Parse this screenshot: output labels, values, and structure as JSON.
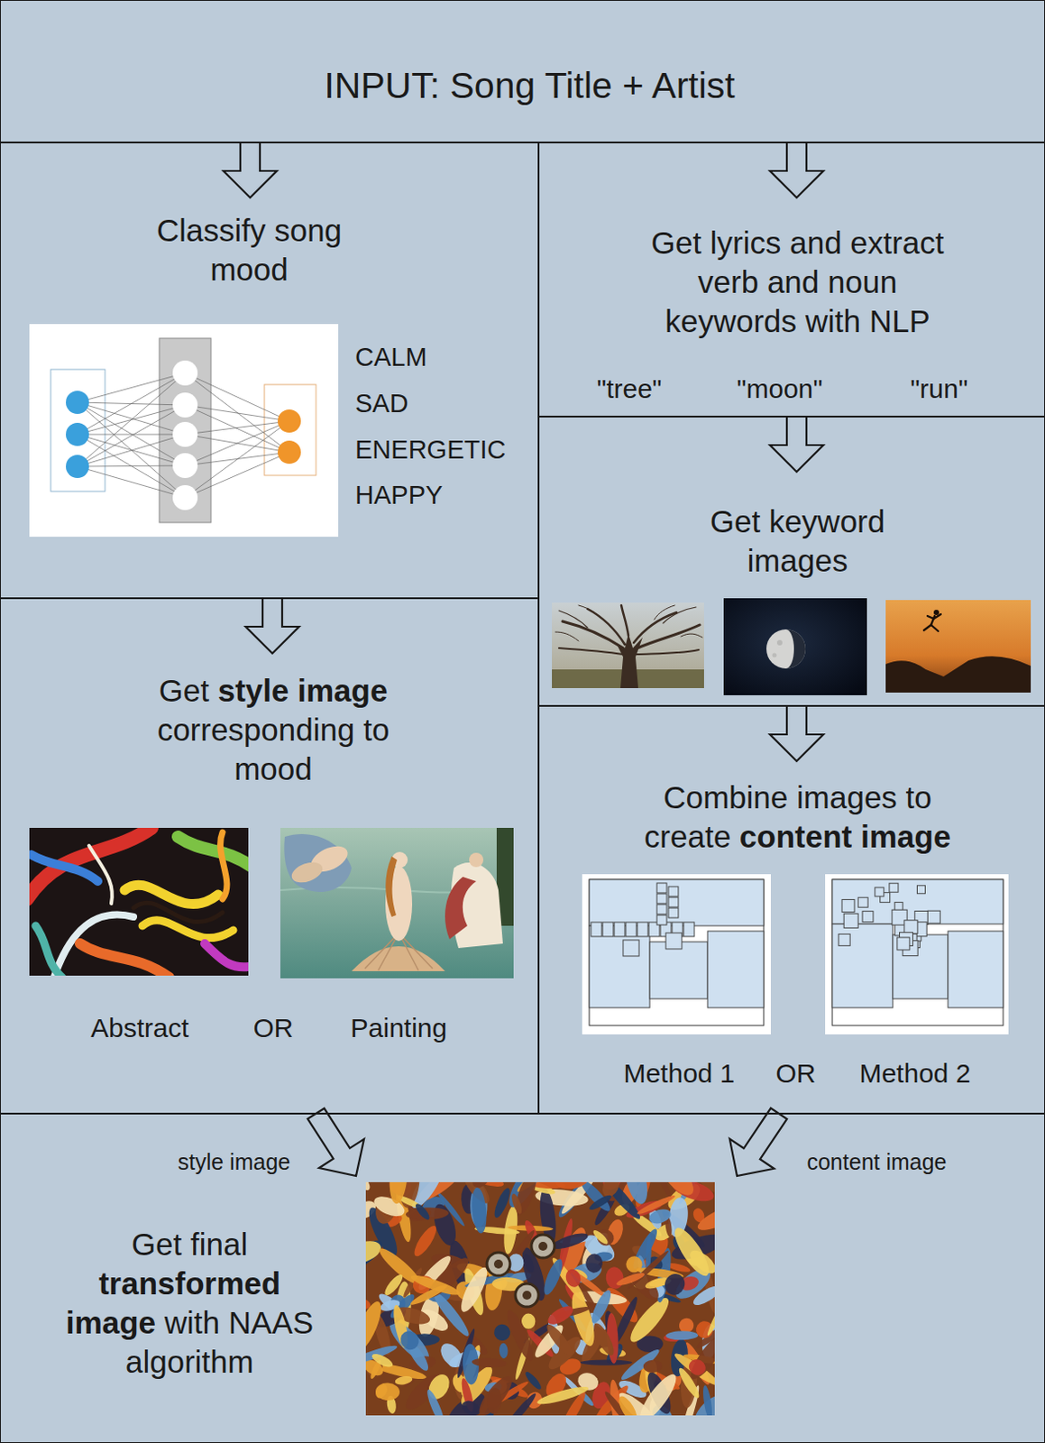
{
  "diagram": {
    "nodes": [
      {
        "text": [
          "INPUT: Song Title + Artist"
        ]
      },
      {
        "text": [
          "Classify song mood",
          "CALM",
          "SAD",
          "ENERGETIC",
          "HAPPY"
        ]
      },
      {
        "text": [
          "Get lyrics and extract verb and noun keywords with NLP",
          "\"tree\"",
          "\"moon\"",
          "\"run\""
        ]
      },
      {
        "text": [
          "Get keyword images"
        ]
      },
      {
        "text": [
          "Get style image corresponding to mood",
          "Abstract",
          "OR",
          "Painting"
        ]
      },
      {
        "text": [
          "Combine images to create content image",
          "Method 1",
          "OR",
          "Method 2"
        ]
      },
      {
        "text": [
          "Get final transformed image with NAAS algorithm"
        ]
      }
    ],
    "edges": [
      {
        "from": 0,
        "to": 1,
        "arrow": "to"
      },
      {
        "from": 0,
        "to": 2,
        "arrow": "to"
      },
      {
        "from": 1,
        "to": 4,
        "arrow": "to"
      },
      {
        "from": 2,
        "to": 3,
        "arrow": "to"
      },
      {
        "from": 3,
        "to": 5,
        "arrow": "to"
      },
      {
        "from": 4,
        "to": 6,
        "label": "style image",
        "arrow": "to"
      },
      {
        "from": 5,
        "to": 6,
        "label": "content image",
        "arrow": "to"
      }
    ]
  }
}
